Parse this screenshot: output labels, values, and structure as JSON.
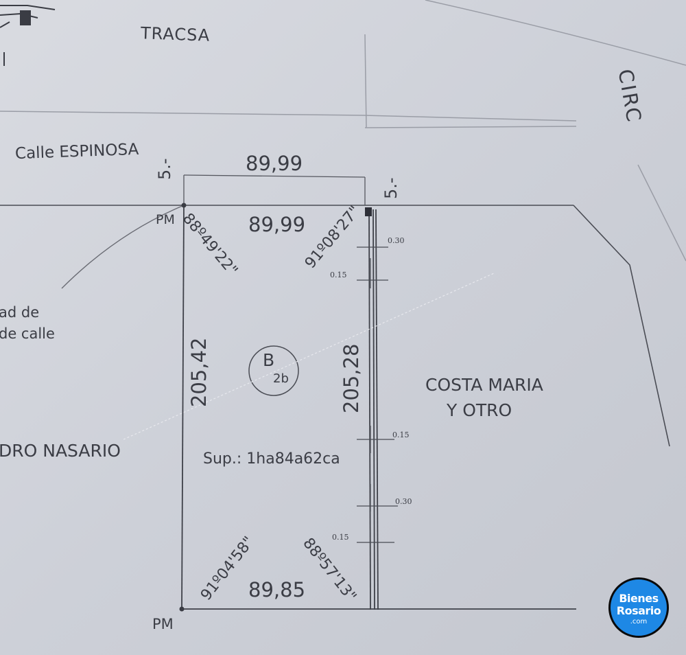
{
  "labels": {
    "tracsa": "TRACSA",
    "calle_espinosa": "Calle ESPINOSA",
    "circ_partial": "CIRC",
    "pm_top": "PM",
    "pm_bottom": "PM",
    "offset_left": "5.-",
    "offset_right": "5.-",
    "dim_top_outer": "89,99",
    "dim_top_inner": "89,99",
    "dim_bottom": "89,85",
    "dim_left": "205,42",
    "dim_right": "205,28",
    "angle_top_left": "88º49'22\"",
    "angle_top_right": "91º08'27\"",
    "angle_bottom_left": "91º04'58\"",
    "angle_bottom_right": "88º57'13\"",
    "lot_letter": "B",
    "lot_number": "2b",
    "surface": "Sup.: 1ha84a62ca",
    "neighbor_right_line1": "COSTA MARIA",
    "neighbor_right_line2": "Y OTRO",
    "neighbor_left": "DRO NASARIO",
    "left_fragment_line1": "ad de",
    "left_fragment_line2": "de calle",
    "small_030_top": "0.30",
    "small_015_top": "0.15",
    "small_015_mid": "0.15",
    "small_030_bottom": "0.30",
    "small_015_bottom": "0.15"
  },
  "logo": {
    "line1": "Bienes",
    "line2": "Rosario",
    "line3": ".com",
    "color": "#1e88e5"
  },
  "colors": {
    "paper": "#cfd2d9",
    "ink": "#3b3d45"
  }
}
